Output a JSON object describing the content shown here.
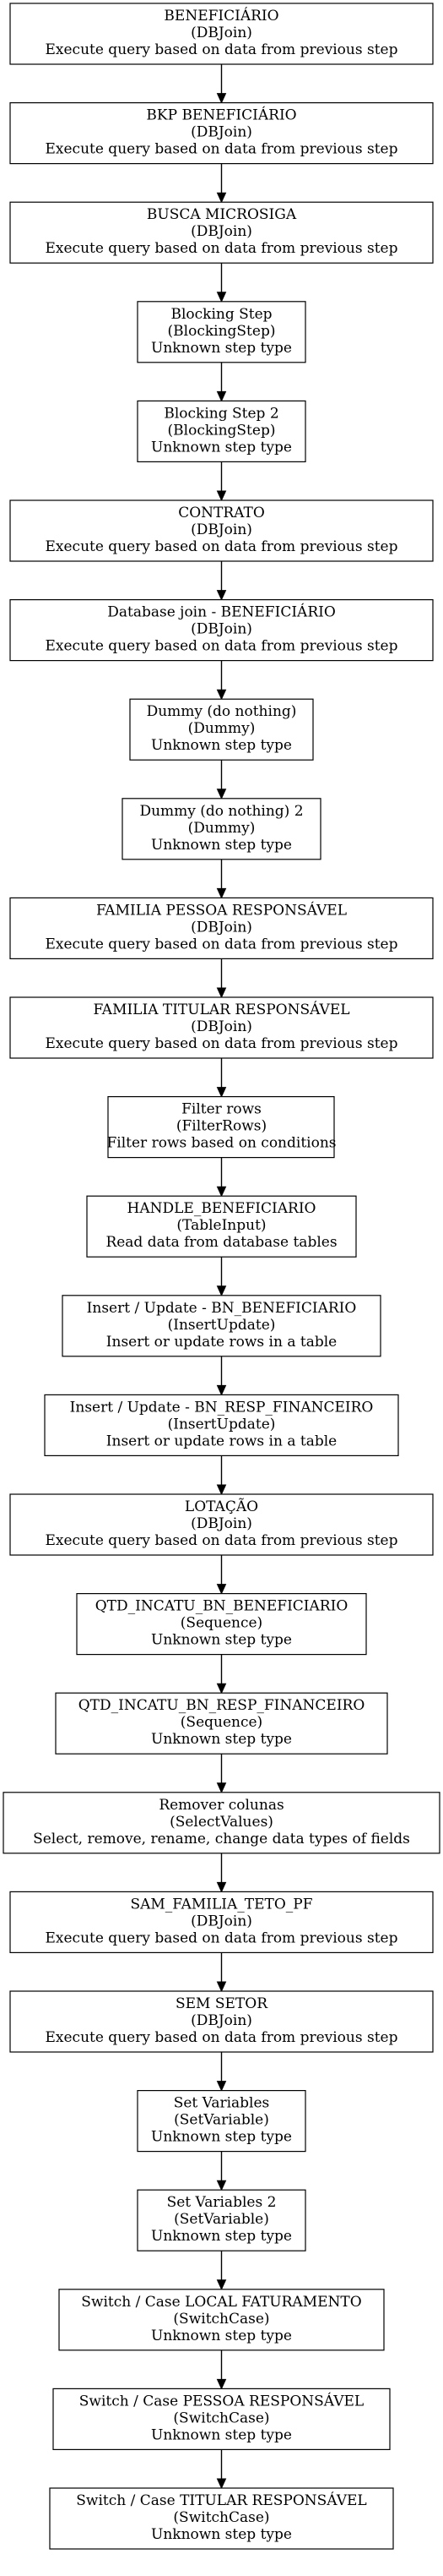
{
  "nodes": [
    {
      "name": "BENEFICIÁRIO",
      "type": "(DBJoin)",
      "desc": "Execute query based on data from previous step"
    },
    {
      "name": "BKP BENEFICIÁRIO",
      "type": "(DBJoin)",
      "desc": "Execute query based on data from previous step"
    },
    {
      "name": "BUSCA MICROSIGA",
      "type": "(DBJoin)",
      "desc": "Execute query based on data from previous step"
    },
    {
      "name": "Blocking Step",
      "type": "(BlockingStep)",
      "desc": "Unknown step type"
    },
    {
      "name": "Blocking Step 2",
      "type": "(BlockingStep)",
      "desc": "Unknown step type"
    },
    {
      "name": "CONTRATO",
      "type": "(DBJoin)",
      "desc": "Execute query based on data from previous step"
    },
    {
      "name": "Database join - BENEFICIÁRIO",
      "type": "(DBJoin)",
      "desc": "Execute query based on data from previous step"
    },
    {
      "name": "Dummy (do nothing)",
      "type": "(Dummy)",
      "desc": "Unknown step type"
    },
    {
      "name": "Dummy (do nothing) 2",
      "type": "(Dummy)",
      "desc": "Unknown step type"
    },
    {
      "name": "FAMILIA PESSOA RESPONSÁVEL",
      "type": "(DBJoin)",
      "desc": "Execute query based on data from previous step"
    },
    {
      "name": "FAMILIA TITULAR RESPONSÁVEL",
      "type": "(DBJoin)",
      "desc": "Execute query based on data from previous step"
    },
    {
      "name": "Filter rows",
      "type": "(FilterRows)",
      "desc": "Filter rows based on conditions"
    },
    {
      "name": "HANDLE_BENEFICIARIO",
      "type": "(TableInput)",
      "desc": "Read data from database tables"
    },
    {
      "name": "Insert / Update - BN_BENEFICIARIO",
      "type": "(InsertUpdate)",
      "desc": "Insert or update rows in a table"
    },
    {
      "name": "Insert / Update - BN_RESP_FINANCEIRO",
      "type": "(InsertUpdate)",
      "desc": "Insert or update rows in a table"
    },
    {
      "name": "LOTAÇÃO",
      "type": "(DBJoin)",
      "desc": "Execute query based on data from previous step"
    },
    {
      "name": "QTD_INCATU_BN_BENEFICIARIO",
      "type": "(Sequence)",
      "desc": "Unknown step type"
    },
    {
      "name": "QTD_INCATU_BN_RESP_FINANCEIRO",
      "type": "(Sequence)",
      "desc": "Unknown step type"
    },
    {
      "name": "Remover colunas",
      "type": "(SelectValues)",
      "desc": "Select, remove, rename, change data types of fields"
    },
    {
      "name": "SAM_FAMILIA_TETO_PF",
      "type": "(DBJoin)",
      "desc": "Execute query based on data from previous step"
    },
    {
      "name": "SEM SETOR",
      "type": "(DBJoin)",
      "desc": "Execute query based on data from previous step"
    },
    {
      "name": "Set Variables",
      "type": "(SetVariable)",
      "desc": "Unknown step type"
    },
    {
      "name": "Set Variables 2",
      "type": "(SetVariable)",
      "desc": "Unknown step type"
    },
    {
      "name": "Switch / Case LOCAL FATURAMENTO",
      "type": "(SwitchCase)",
      "desc": "Unknown step type"
    },
    {
      "name": "Switch / Case PESSOA RESPONSÁVEL",
      "type": "(SwitchCase)",
      "desc": "Unknown step type"
    },
    {
      "name": "Switch / Case TITULAR RESPONSÁVEL",
      "type": "(SwitchCase)",
      "desc": "Unknown step type"
    }
  ]
}
